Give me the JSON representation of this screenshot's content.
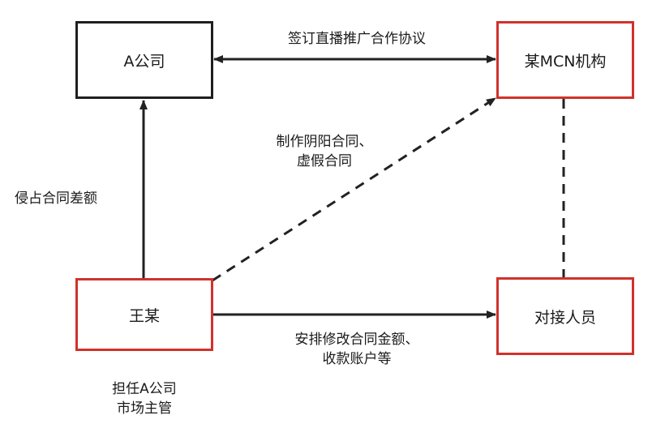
{
  "nodes": {
    "company_a": "A公司",
    "mcn": "某MCN机构",
    "wang": "王某",
    "contact": "对接人员"
  },
  "edges": {
    "agreement": "签订直播推广合作协议",
    "contract_line1": "制作阴阳合同、",
    "contract_line2": "虚假合同",
    "embezzle": "侵占合同差额",
    "modify_line1": "安排修改合同金额、",
    "modify_line2": "收款账户等"
  },
  "notes": {
    "role_line1": "担任A公司",
    "role_line2": "市场主管"
  },
  "colors": {
    "normal_border": "#1f1f1f",
    "highlight_border": "#d0322b",
    "line": "#222222"
  }
}
